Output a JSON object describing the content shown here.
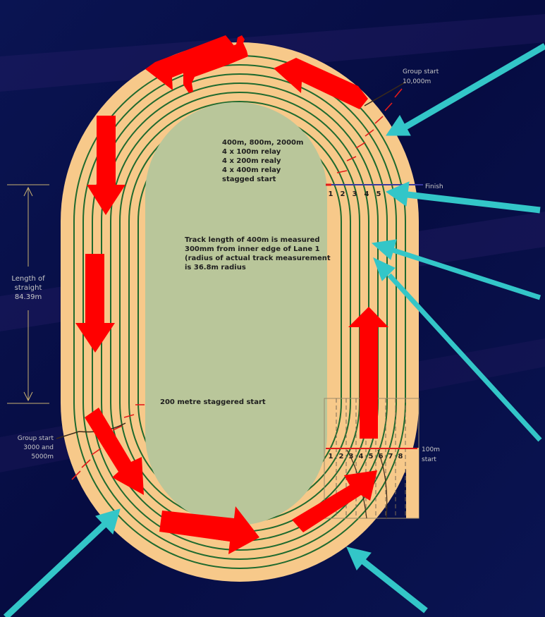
{
  "labels": {
    "group_start_top": [
      "Group start",
      "10,000m"
    ],
    "finish": "Finish",
    "length_of_straight": [
      "Length of",
      "straight",
      "84.39m"
    ],
    "group_start_left": [
      "Group start",
      "3000 and",
      "5000m"
    ],
    "hundred_start": [
      "100m",
      "start"
    ],
    "events_block": [
      "400m, 800m, 2000m",
      "4 x 100m relay",
      "4 x 200m realy",
      "4 x 400m relay",
      "stagged start"
    ],
    "track_length_note": [
      "Track length of 400m is measured",
      "300mm from inner edge of Lane 1",
      "(radius of actual track measurement",
      "is 36.8m radius"
    ],
    "two_hundred_start": "200 metre staggered start",
    "finish_lane_numbers": [
      "1",
      "2",
      "3",
      "4",
      "5"
    ],
    "start_lane_numbers": [
      "1",
      "2",
      "3",
      "4",
      "5",
      "6",
      "7",
      "8"
    ]
  },
  "colors": {
    "background": "#050a3a",
    "track": "#f7c98a",
    "infield": "#b9c69a",
    "lane_line": "#1f6a2e",
    "direction_arrow": "#ff0000",
    "pointer_arrow": "#33c6c8",
    "label_text": "#c8c8c8"
  },
  "icons": {
    "direction": "red-direction-arrow",
    "pointer": "cyan-pointer-arrow"
  }
}
